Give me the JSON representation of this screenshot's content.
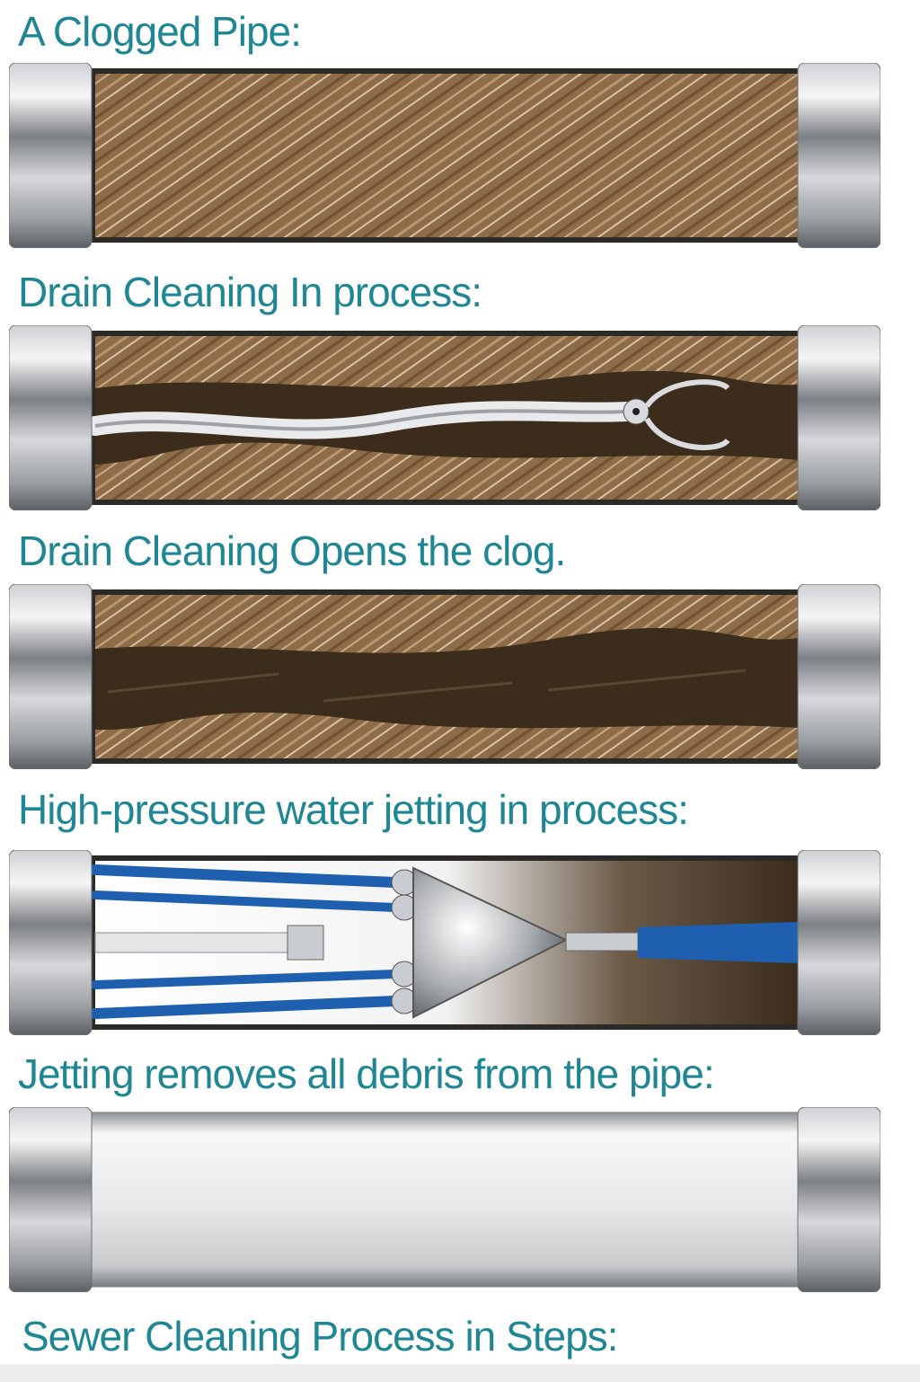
{
  "steps": [
    {
      "caption": "A Clogged Pipe:",
      "state": "clogged"
    },
    {
      "caption": "Drain Cleaning In process:",
      "state": "snaking"
    },
    {
      "caption": "Drain Cleaning Opens the clog.",
      "state": "opened"
    },
    {
      "caption": "High-pressure water jetting in process:",
      "state": "jetting"
    },
    {
      "caption": "Jetting removes all debris from the pipe:",
      "state": "clean"
    }
  ],
  "footer": {
    "caption": "Sewer Cleaning Process in Steps:"
  },
  "colors": {
    "caption": "#1f8793",
    "debris": "#9a7650",
    "debris_dark": "#3b2c1c",
    "water_jet": "#1f5fb0",
    "steel": "#c4c6c9"
  }
}
